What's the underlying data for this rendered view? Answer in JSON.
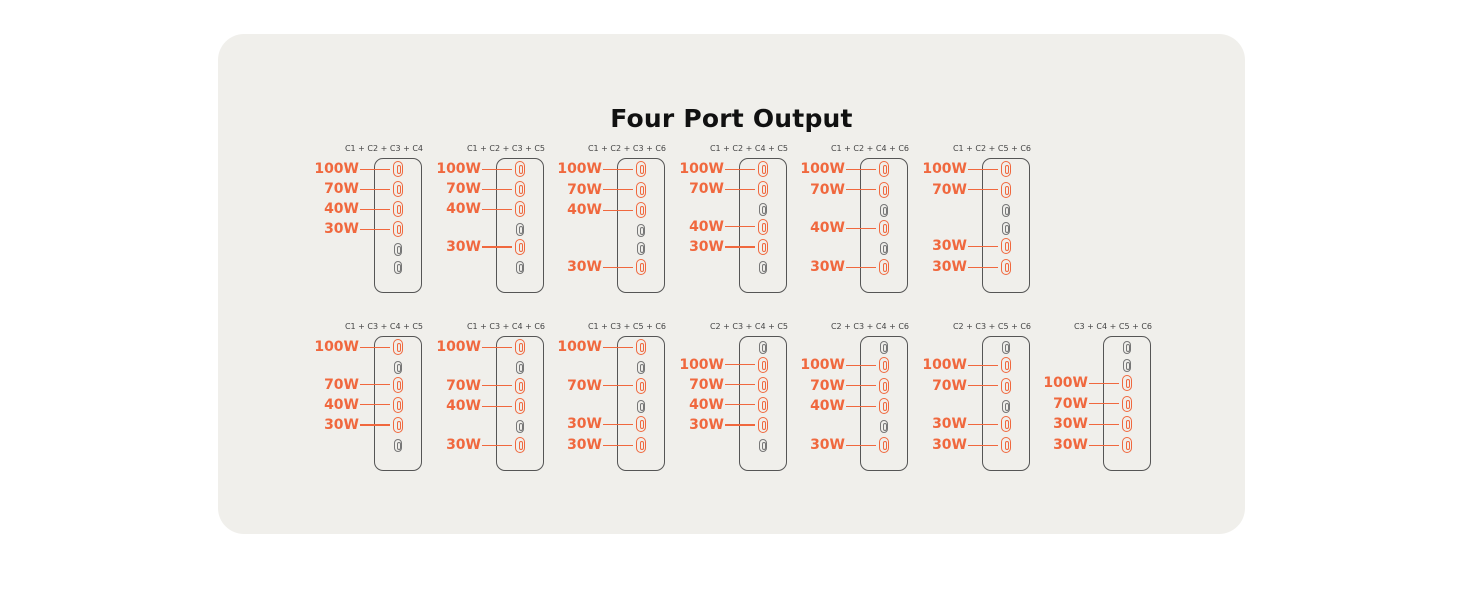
{
  "title": "Four Port Output",
  "colors": {
    "active": "#f0683e",
    "inactive": "#777777",
    "panel": "#f0efeb",
    "outline": "#555555"
  },
  "port_icon": "usb-c-port-icon",
  "combos": [
    {
      "label": "C1 + C2 + C3 + C4",
      "ports": [
        {
          "id": "C1",
          "active": true,
          "watt": "100W"
        },
        {
          "id": "C2",
          "active": true,
          "watt": "70W"
        },
        {
          "id": "C3",
          "active": true,
          "watt": "40W"
        },
        {
          "id": "C4",
          "active": true,
          "watt": "30W"
        },
        {
          "id": "C5",
          "active": false,
          "watt": ""
        },
        {
          "id": "C6",
          "active": false,
          "watt": ""
        }
      ]
    },
    {
      "label": "C1 + C2 + C3 + C5",
      "ports": [
        {
          "id": "C1",
          "active": true,
          "watt": "100W"
        },
        {
          "id": "C2",
          "active": true,
          "watt": "70W"
        },
        {
          "id": "C3",
          "active": true,
          "watt": "40W"
        },
        {
          "id": "C4",
          "active": false,
          "watt": ""
        },
        {
          "id": "C5",
          "active": true,
          "watt": "30W"
        },
        {
          "id": "C6",
          "active": false,
          "watt": ""
        }
      ]
    },
    {
      "label": "C1 + C2 + C3 + C6",
      "ports": [
        {
          "id": "C1",
          "active": true,
          "watt": "100W"
        },
        {
          "id": "C2",
          "active": true,
          "watt": "70W"
        },
        {
          "id": "C3",
          "active": true,
          "watt": "40W"
        },
        {
          "id": "C4",
          "active": false,
          "watt": ""
        },
        {
          "id": "C5",
          "active": false,
          "watt": ""
        },
        {
          "id": "C6",
          "active": true,
          "watt": "30W"
        }
      ]
    },
    {
      "label": "C1 + C2 + C4 + C5",
      "ports": [
        {
          "id": "C1",
          "active": true,
          "watt": "100W"
        },
        {
          "id": "C2",
          "active": true,
          "watt": "70W"
        },
        {
          "id": "C3",
          "active": false,
          "watt": ""
        },
        {
          "id": "C4",
          "active": true,
          "watt": "40W"
        },
        {
          "id": "C5",
          "active": true,
          "watt": "30W"
        },
        {
          "id": "C6",
          "active": false,
          "watt": ""
        }
      ]
    },
    {
      "label": "C1 + C2 + C4 + C6",
      "ports": [
        {
          "id": "C1",
          "active": true,
          "watt": "100W"
        },
        {
          "id": "C2",
          "active": true,
          "watt": "70W"
        },
        {
          "id": "C3",
          "active": false,
          "watt": ""
        },
        {
          "id": "C4",
          "active": true,
          "watt": "40W"
        },
        {
          "id": "C5",
          "active": false,
          "watt": ""
        },
        {
          "id": "C6",
          "active": true,
          "watt": "30W"
        }
      ]
    },
    {
      "label": "C1 + C2 + C5 + C6",
      "ports": [
        {
          "id": "C1",
          "active": true,
          "watt": "100W"
        },
        {
          "id": "C2",
          "active": true,
          "watt": "70W"
        },
        {
          "id": "C3",
          "active": false,
          "watt": ""
        },
        {
          "id": "C4",
          "active": false,
          "watt": ""
        },
        {
          "id": "C5",
          "active": true,
          "watt": "30W"
        },
        {
          "id": "C6",
          "active": true,
          "watt": "30W"
        }
      ]
    },
    {
      "label": "C1 + C3 + C4 + C5",
      "ports": [
        {
          "id": "C1",
          "active": true,
          "watt": "100W"
        },
        {
          "id": "C2",
          "active": false,
          "watt": ""
        },
        {
          "id": "C3",
          "active": true,
          "watt": "70W"
        },
        {
          "id": "C4",
          "active": true,
          "watt": "40W"
        },
        {
          "id": "C5",
          "active": true,
          "watt": "30W"
        },
        {
          "id": "C6",
          "active": false,
          "watt": ""
        }
      ]
    },
    {
      "label": "C1 + C3 + C4 + C6",
      "ports": [
        {
          "id": "C1",
          "active": true,
          "watt": "100W"
        },
        {
          "id": "C2",
          "active": false,
          "watt": ""
        },
        {
          "id": "C3",
          "active": true,
          "watt": "70W"
        },
        {
          "id": "C4",
          "active": true,
          "watt": "40W"
        },
        {
          "id": "C5",
          "active": false,
          "watt": ""
        },
        {
          "id": "C6",
          "active": true,
          "watt": "30W"
        }
      ]
    },
    {
      "label": "C1 + C3 + C5 + C6",
      "ports": [
        {
          "id": "C1",
          "active": true,
          "watt": "100W"
        },
        {
          "id": "C2",
          "active": false,
          "watt": ""
        },
        {
          "id": "C3",
          "active": true,
          "watt": "70W"
        },
        {
          "id": "C4",
          "active": false,
          "watt": ""
        },
        {
          "id": "C5",
          "active": true,
          "watt": "30W"
        },
        {
          "id": "C6",
          "active": true,
          "watt": "30W"
        }
      ]
    },
    {
      "label": "C2 + C3 + C4 + C5",
      "ports": [
        {
          "id": "C1",
          "active": false,
          "watt": ""
        },
        {
          "id": "C2",
          "active": true,
          "watt": "100W"
        },
        {
          "id": "C3",
          "active": true,
          "watt": "70W"
        },
        {
          "id": "C4",
          "active": true,
          "watt": "40W"
        },
        {
          "id": "C5",
          "active": true,
          "watt": "30W"
        },
        {
          "id": "C6",
          "active": false,
          "watt": ""
        }
      ]
    },
    {
      "label": "C2 + C3 + C4 + C6",
      "ports": [
        {
          "id": "C1",
          "active": false,
          "watt": ""
        },
        {
          "id": "C2",
          "active": true,
          "watt": "100W"
        },
        {
          "id": "C3",
          "active": true,
          "watt": "70W"
        },
        {
          "id": "C4",
          "active": true,
          "watt": "40W"
        },
        {
          "id": "C5",
          "active": false,
          "watt": ""
        },
        {
          "id": "C6",
          "active": true,
          "watt": "30W"
        }
      ]
    },
    {
      "label": "C2 + C3 + C5 + C6",
      "ports": [
        {
          "id": "C1",
          "active": false,
          "watt": ""
        },
        {
          "id": "C2",
          "active": true,
          "watt": "100W"
        },
        {
          "id": "C3",
          "active": true,
          "watt": "70W"
        },
        {
          "id": "C4",
          "active": false,
          "watt": ""
        },
        {
          "id": "C5",
          "active": true,
          "watt": "30W"
        },
        {
          "id": "C6",
          "active": true,
          "watt": "30W"
        }
      ]
    },
    {
      "label": "C3 + C4 + C5 + C6",
      "ports": [
        {
          "id": "C1",
          "active": false,
          "watt": ""
        },
        {
          "id": "C2",
          "active": false,
          "watt": ""
        },
        {
          "id": "C3",
          "active": true,
          "watt": "100W"
        },
        {
          "id": "C4",
          "active": true,
          "watt": "70W"
        },
        {
          "id": "C5",
          "active": true,
          "watt": "30W"
        },
        {
          "id": "C6",
          "active": true,
          "watt": "30W"
        }
      ]
    }
  ]
}
